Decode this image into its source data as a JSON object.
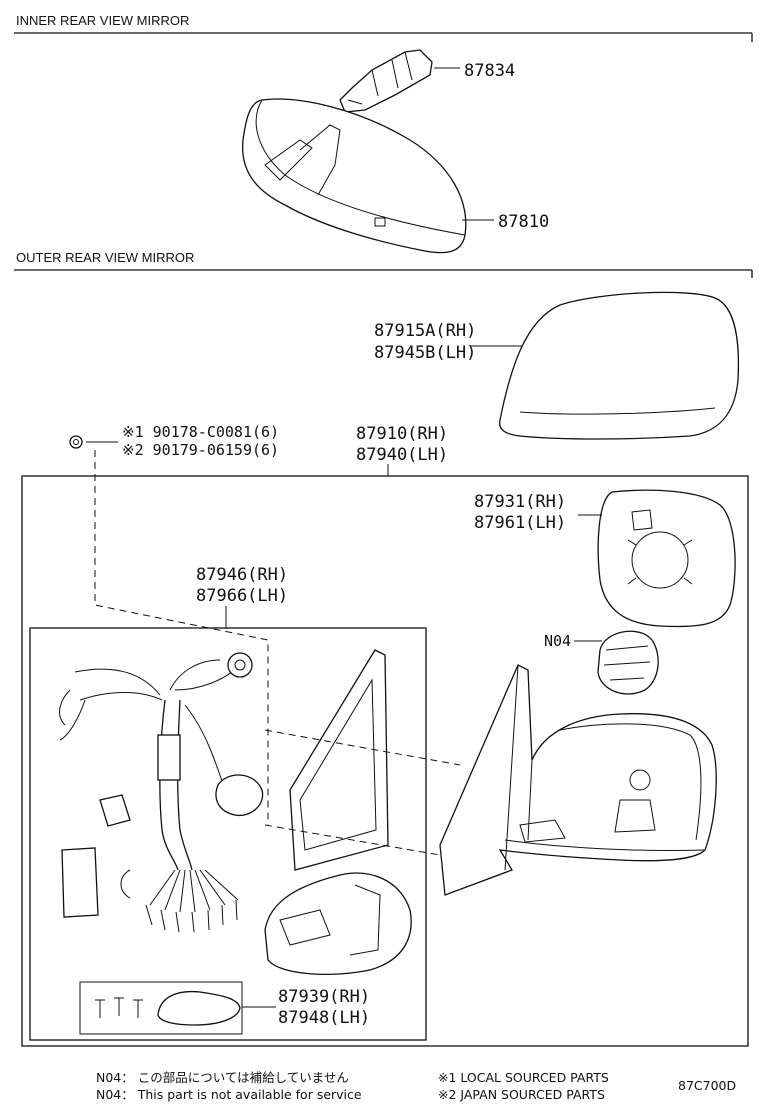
{
  "sections": {
    "inner": "INNER REAR VIEW MIRROR",
    "outer": "OUTER REAR VIEW MIRROR"
  },
  "parts": {
    "p87834": "87834",
    "p87810": "87810",
    "p87915": [
      "87915A(RH)",
      "87945B(LH)"
    ],
    "pscrew": [
      "※1 90178-C0081(6)",
      "※2 90179-06159(6)"
    ],
    "p87910": [
      "87910(RH)",
      "87940(LH)"
    ],
    "p87931": [
      "87931(RH)",
      "87961(LH)"
    ],
    "p87946": [
      "87946(RH)",
      "87966(LH)"
    ],
    "n04": "N04",
    "p87939": [
      "87939(RH)",
      "87948(LH)"
    ]
  },
  "notes": {
    "n04_jp": "N04： この部品については補給していません",
    "n04_en": "N04： This part is not available for service",
    "local": "※1 LOCAL SOURCED PARTS",
    "japan": "※2 JAPAN SOURCED PARTS",
    "code": "87C700D"
  }
}
